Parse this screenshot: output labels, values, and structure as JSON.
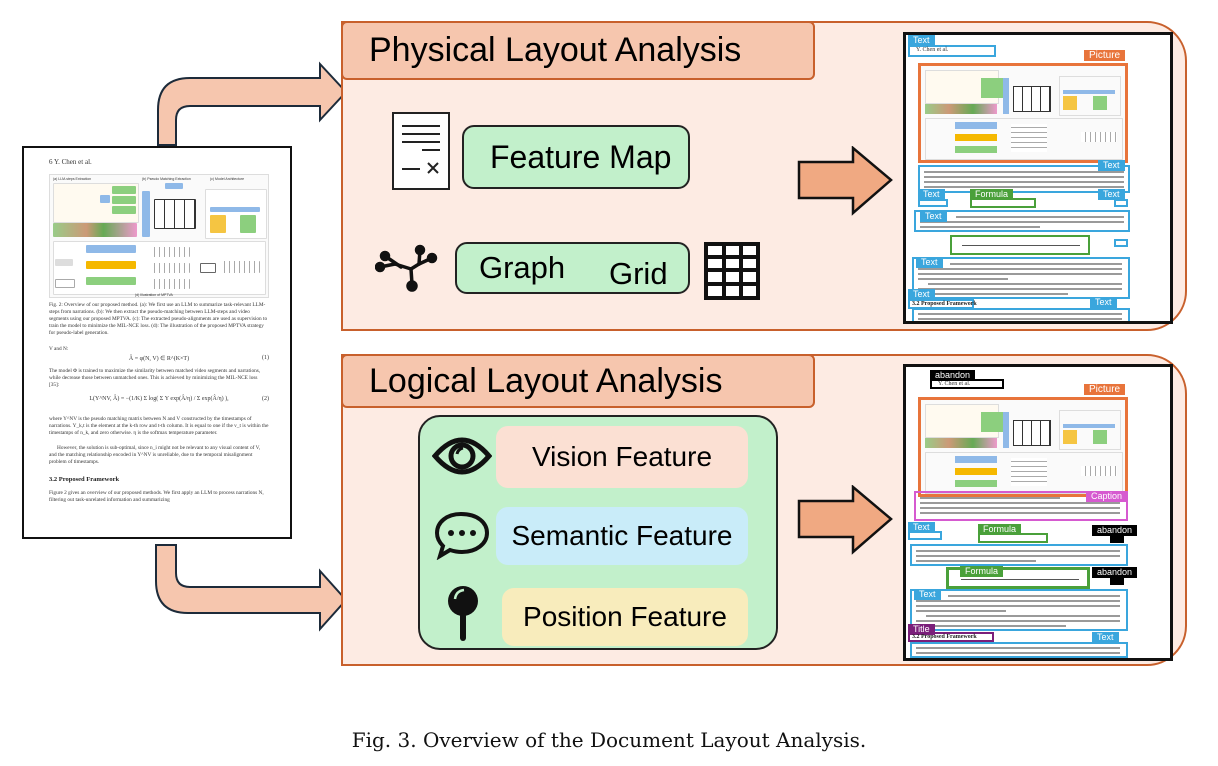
{
  "source_page": {
    "header": "6      Y. Chen et al.",
    "figure_titles": [
      "(a) LLM-steps Extraction",
      "(b) Pseudo Matching Extraction",
      "(c) Model Architecture"
    ],
    "figure_bottom_title": "(d) Illustration of MPTVA",
    "figure_caption": "Fig. 2: Overview of our proposed method. (a): We first use an LLM to summarize task-relevant LLM-steps from narrations. (b): We then extract the pseudo-matching between LLM-steps and video segments using our proposed MPTVA. (c): The extracted pseudo-alignments are used as supervision to train the model to minimize the MIL-NCE loss. (d): The illustration of the proposed MPTVA strategy for pseudo-label generation.",
    "para1_lead": "V and N:",
    "eq1": "Â = φ(N, V) ∈ R^(K×T)",
    "eq1_num": "(1)",
    "para2": "The model Φ is trained to maximize the similarity between matched video segments and narrations, while decrease those between unmatched ones. This is achieved by minimizing the MIL-NCE loss [35]:",
    "eq2": "L(Y^NV, Â) = −(1/K) Σ log( Σ Y exp(Â/η) / Σ exp(Â/η) ),",
    "eq2_num": "(2)",
    "para3": "where Y^NV is the pseudo matching matrix between N and V constructed by the timestamps of narrations. Y_k,t is the element at the k-th row and t-th column. It is equal to one if the v_t is within the timestamps of n_k, and zero otherwise. η is the softmax temperature parameter.",
    "para4": "However, the solution is sub-optimal, since n_i might not be relevant to any visual content of V, and the matching relationship encoded in Y^NV is unreliable, due to the temporal misalignment problem of timestamps.",
    "section": "3.2   Proposed Framework",
    "para5": "Figure 2 gives an overview of our proposed methods. We first apply an LLM to process narrations N, filtering out task-unrelated information and summarizing"
  },
  "physical_panel": {
    "title": "Physical Layout Analysis",
    "feature_map_label": "Feature Map",
    "graph_label": "Graph",
    "grid_label": "Grid",
    "icons": [
      "document-icon",
      "graph-network-icon",
      "grid-table-icon"
    ]
  },
  "logical_panel": {
    "title": "Logical Layout Analysis",
    "features": [
      {
        "label": "Vision Feature",
        "icon": "eye-icon",
        "color": "#fbe0d3"
      },
      {
        "label": "Semantic Feature",
        "icon": "chat-bubble-icon",
        "color": "#c9ecf9"
      },
      {
        "label": "Position Feature",
        "icon": "pin-icon",
        "color": "#f8ecbc"
      }
    ]
  },
  "physical_result_labels": {
    "text": "Text",
    "picture": "Picture",
    "formula": "Formula",
    "header_text": "Y. Chen et al.",
    "section": "3.2   Proposed Framework"
  },
  "logical_result_labels": {
    "abandon": "abandon",
    "picture": "Picture",
    "caption": "Caption",
    "text": "Text",
    "formula": "Formula",
    "title": "Title",
    "header_text": "Y. Chen et al.",
    "section": "3.2   Proposed Framework"
  },
  "colors": {
    "panel_fill": "#fdebe3",
    "panel_border": "#c8602c",
    "title_fill": "#f6c6ae",
    "green_fill": "#c2f0cb",
    "text_box": "#3aa6dd",
    "picture_box": "#e8743b",
    "formula_box": "#4aa03a",
    "caption_box": "#d65ad0",
    "title_box": "#7a1f7a",
    "abandon_box": "#000000"
  },
  "figure_caption": "Fig. 3.  Overview of the Document Layout Analysis."
}
